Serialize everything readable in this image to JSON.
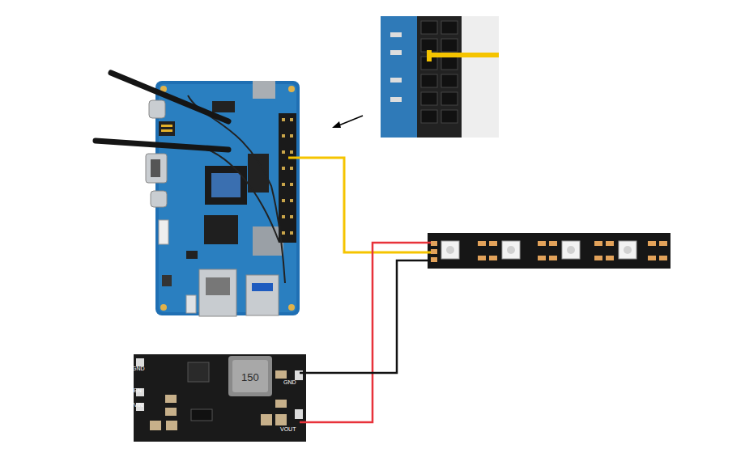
{
  "diagram": {
    "labels": [
      "150",
      "GND",
      "EN",
      "VIN",
      "GND",
      "VOUT"
    ]
  }
}
